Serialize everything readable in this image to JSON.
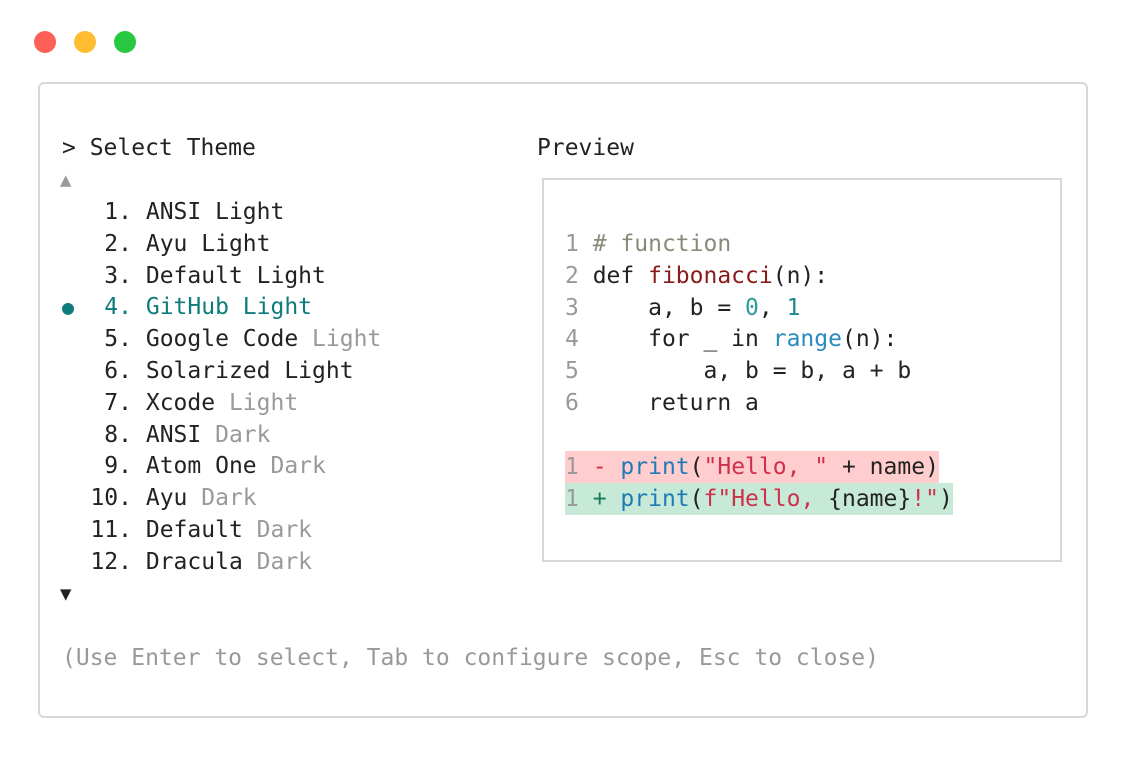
{
  "window_controls": [
    {
      "name": "close",
      "color": "#fe5f57"
    },
    {
      "name": "minimize",
      "color": "#febc2e"
    },
    {
      "name": "maximize",
      "color": "#28c840"
    }
  ],
  "theme_list": {
    "title": "> Select Theme",
    "scroll_up": "▲",
    "scroll_down": "▼",
    "selected_index": 3,
    "accent": "#0e7c7b",
    "items": [
      {
        "num": "1.",
        "name": "ANSI Light",
        "muted": ""
      },
      {
        "num": "2.",
        "name": "Ayu Light",
        "muted": ""
      },
      {
        "num": "3.",
        "name": "Default Light",
        "muted": ""
      },
      {
        "num": "4.",
        "name": "GitHub Light",
        "muted": ""
      },
      {
        "num": "5.",
        "name": "Google Code ",
        "muted": "Light"
      },
      {
        "num": "6.",
        "name": "Solarized Light",
        "muted": ""
      },
      {
        "num": "7.",
        "name": "Xcode ",
        "muted": "Light"
      },
      {
        "num": "8.",
        "name": "ANSI ",
        "muted": "Dark"
      },
      {
        "num": "9.",
        "name": "Atom One ",
        "muted": "Dark"
      },
      {
        "num": "10.",
        "name": "Ayu ",
        "muted": "Dark"
      },
      {
        "num": "11.",
        "name": "Default ",
        "muted": "Dark"
      },
      {
        "num": "12.",
        "name": "Dracula ",
        "muted": "Dark"
      }
    ]
  },
  "preview": {
    "title": "Preview",
    "code": [
      [
        [
          "1 ",
          "#999"
        ],
        [
          "# function",
          "#8a8a7a"
        ]
      ],
      [
        [
          "2 ",
          "#999"
        ],
        [
          "def ",
          "#222"
        ],
        [
          "fibonacci",
          "#8b1a1a"
        ],
        [
          "(n):",
          "#222"
        ]
      ],
      [
        [
          "3 ",
          "#999"
        ],
        [
          "    a, b = ",
          "#222"
        ],
        [
          "0",
          "#2a9d9d"
        ],
        [
          ", ",
          "#222"
        ],
        [
          "1",
          "#1a8a8a"
        ]
      ],
      [
        [
          "4 ",
          "#999"
        ],
        [
          "    for _ in ",
          "#222"
        ],
        [
          "range",
          "#2a8ac0"
        ],
        [
          "(n):",
          "#222"
        ]
      ],
      [
        [
          "5 ",
          "#999"
        ],
        [
          "        a, b = b, a + b",
          "#222"
        ]
      ],
      [
        [
          "6 ",
          "#999"
        ],
        [
          "    return a",
          "#222"
        ]
      ]
    ],
    "diff": [
      {
        "type": "del",
        "tokens": [
          [
            "1 ",
            "#999"
          ],
          [
            "- ",
            "#d0304a"
          ],
          [
            "print",
            "#1f7ab8"
          ],
          [
            "(",
            "#222"
          ],
          [
            "\"Hello, \"",
            "#d0304a"
          ],
          [
            " + name)",
            "#222"
          ]
        ]
      },
      {
        "type": "add",
        "tokens": [
          [
            "1 ",
            "#999"
          ],
          [
            "+ ",
            "#1a7a5a"
          ],
          [
            "print",
            "#1f7ab8"
          ],
          [
            "(",
            "#222"
          ],
          [
            "f\"Hello, ",
            "#d0304a"
          ],
          [
            "{name}",
            "#222"
          ],
          [
            "!\"",
            "#d0304a"
          ],
          [
            ")",
            "#222"
          ]
        ]
      }
    ]
  },
  "hint": "(Use Enter to select, Tab to configure scope, Esc to close)"
}
